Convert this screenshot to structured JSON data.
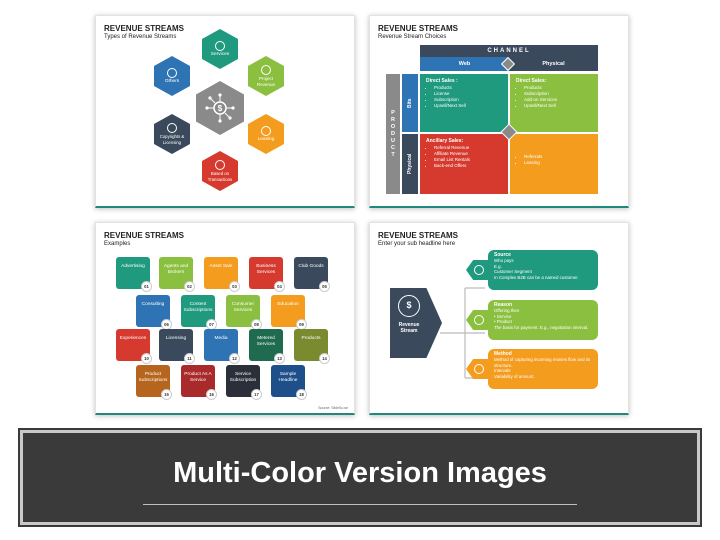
{
  "slide1": {
    "title": "REVENUE STREAMS",
    "subtitle": "Types of Revenue Streams",
    "items": [
      {
        "label": "Services",
        "color": "#1f9a7f"
      },
      {
        "label": "Project Revenue",
        "color": "#8bbf3f"
      },
      {
        "label": "Leasing",
        "color": "#f39c1e"
      },
      {
        "label": "Based on Transactions",
        "color": "#d63a2f"
      },
      {
        "label": "Copyrights & Licensing",
        "color": "#3a4a5c"
      },
      {
        "label": "Others",
        "color": "#2e74b5"
      }
    ],
    "center_icon": "dollar-network-icon"
  },
  "slide2": {
    "title": "REVENUE STREAMS",
    "subtitle": "Revenue Stream Choices",
    "channel": "CHANNEL",
    "product": "PRODUCT",
    "col_web": "Web",
    "col_physical": "Physical",
    "row_bits": "Bits",
    "row_physical": "Physical",
    "cells": {
      "direct_sales_title": "Direct Sales :",
      "direct_sales_items": [
        "Products",
        "License",
        "Subscription",
        "Upsell/Next Sell"
      ],
      "direct_sales2_title": "Direct Sales:",
      "direct_sales2_items": [
        "Products",
        "Subscription",
        "Add-on Services",
        "Upsell/Next Sell"
      ],
      "ancillary_title": "Ancillary Sales:",
      "ancillary_items": [
        "Referral Revenue",
        "Affiliate Revenue",
        "Email List Rentals",
        "Back-end Offers"
      ],
      "referrals_items": [
        "Referrals",
        "Leasing"
      ]
    }
  },
  "slide3": {
    "title": "REVENUE STREAMS",
    "subtitle": "Examples",
    "source": "Source: SlideSo.se",
    "tiles": [
      {
        "label": "Advertising",
        "num": "01",
        "color": "#1f9a7f"
      },
      {
        "label": "Agents and Brokers",
        "num": "02",
        "color": "#8bbf3f"
      },
      {
        "label": "Asset Sale",
        "num": "03",
        "color": "#f39c1e"
      },
      {
        "label": "Business Services",
        "num": "04",
        "color": "#d63a2f"
      },
      {
        "label": "Club Goods",
        "num": "05",
        "color": "#3a4a5c"
      },
      {
        "label": "Consulting",
        "num": "06",
        "color": "#2e74b5"
      },
      {
        "label": "Content Subscriptions",
        "num": "07",
        "color": "#1f9a7f"
      },
      {
        "label": "Consumer Services",
        "num": "08",
        "color": "#8bbf3f"
      },
      {
        "label": "Education",
        "num": "09",
        "color": "#f39c1e"
      },
      {
        "label": "Experiences",
        "num": "10",
        "color": "#d63a2f"
      },
      {
        "label": "Licensing",
        "num": "11",
        "color": "#3a4a5c"
      },
      {
        "label": "Media",
        "num": "12",
        "color": "#2e74b5"
      },
      {
        "label": "Metered Services",
        "num": "13",
        "color": "#1f6b4f"
      },
      {
        "label": "Products",
        "num": "14",
        "color": "#7a8a2f"
      },
      {
        "label": "Product Subscriptions",
        "num": "15",
        "color": "#b5651d"
      },
      {
        "label": "Product As A Service",
        "num": "16",
        "color": "#a82a2a"
      },
      {
        "label": "Service Subscription",
        "num": "17",
        "color": "#2a2f3a"
      },
      {
        "label": "Sample Headline",
        "num": "18",
        "color": "#1f4f8a"
      }
    ]
  },
  "slide4": {
    "title": "REVENUE STREAMS",
    "subtitle": "Enter your sub headline here",
    "center_label": "Revenue Stream",
    "boxes": [
      {
        "title": "Source",
        "lines": [
          "Who pays",
          "E.g.",
          "Customer Segment",
          "In Complex B2B can be a named customer."
        ],
        "color": "#1f9a7f"
      },
      {
        "title": "Reason",
        "lines": [
          "Offering then",
          "•   Service",
          "•   Product",
          "The basis for payment. E.g., negotiation interval."
        ],
        "color": "#8bbf3f"
      },
      {
        "title": "Method",
        "lines": [
          "Method of capturing incoming monies flow and its structure.",
          "Intervals",
          "Variability of amount."
        ],
        "color": "#f39c1e"
      }
    ]
  },
  "banner": {
    "title": "Multi-Color Version Images"
  }
}
